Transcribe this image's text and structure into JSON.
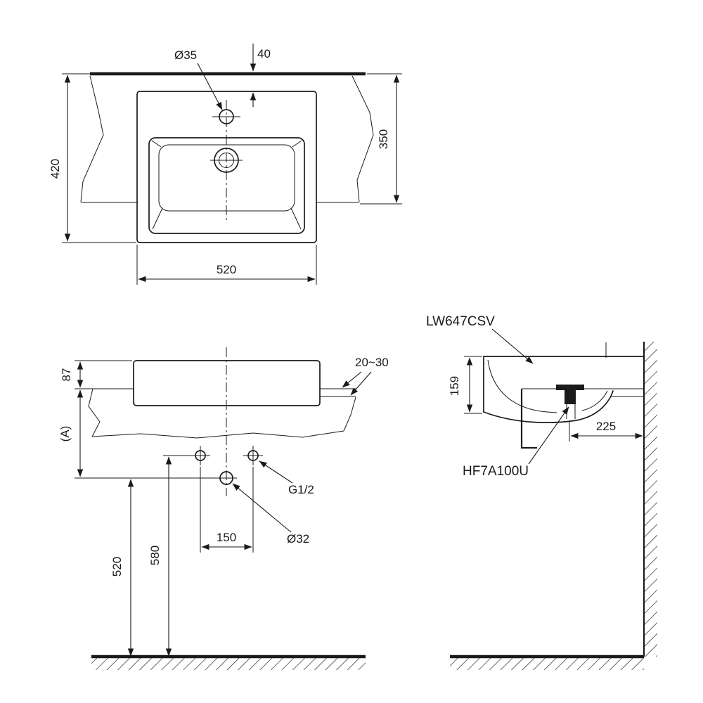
{
  "colors": {
    "line": "#1a1a1a",
    "background": "#ffffff"
  },
  "top_view": {
    "faucet_hole_dia": "Ø35",
    "faucet_offset": "40",
    "depth_to_counter_front": "350",
    "overall_depth": "420",
    "overall_width": "520"
  },
  "front_view": {
    "rim_above_counter": "87",
    "ref_a": "(A)",
    "counter_thickness": "20~30",
    "supply_spacing": "150",
    "drain_dia": "Ø32",
    "supply_thread": "G1/2",
    "drain_height": "520",
    "supply_height": "580"
  },
  "side_view": {
    "model": "LW647CSV",
    "drain_part": "HF7A100U",
    "height": "159",
    "drain_to_wall": "225"
  }
}
